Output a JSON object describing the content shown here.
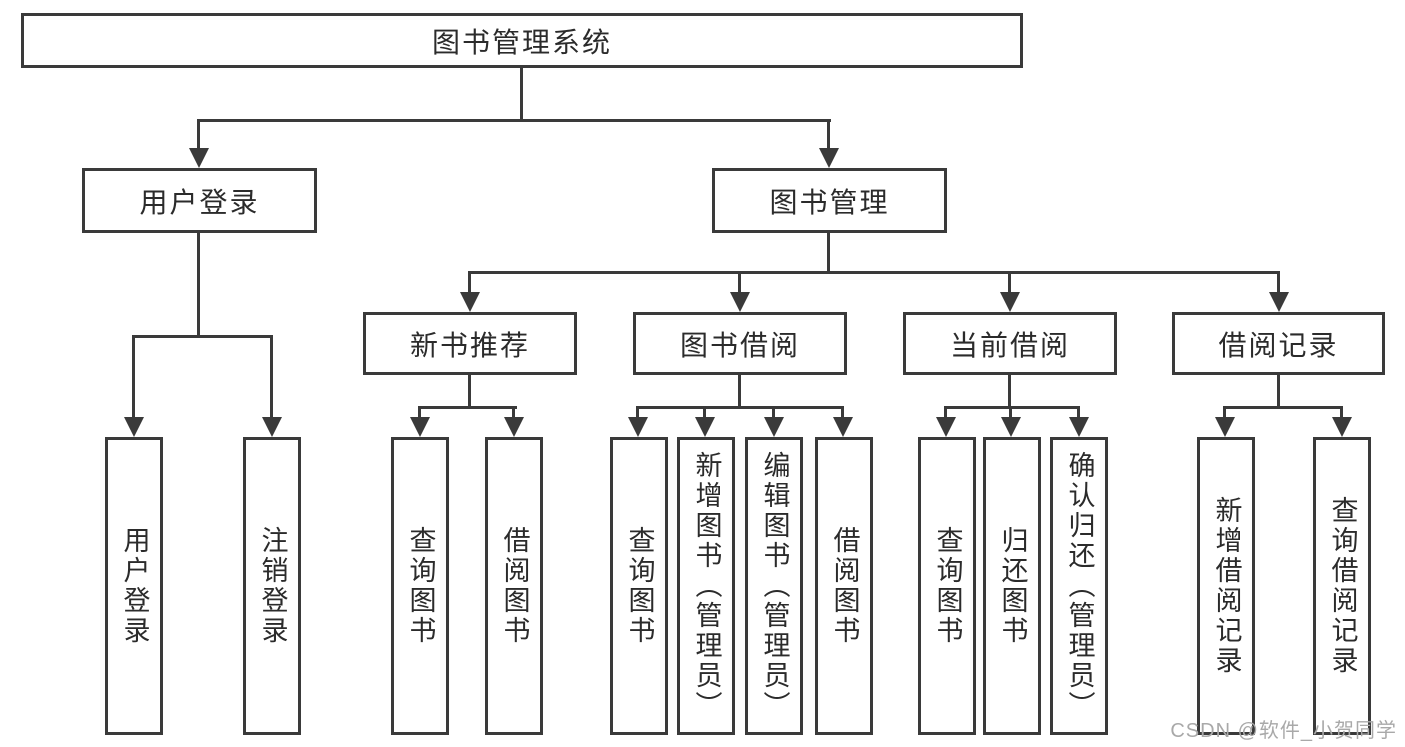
{
  "diagram": {
    "root": "图书管理系统",
    "login": {
      "label": "用户登录",
      "children": [
        "用户登录",
        "注销登录"
      ]
    },
    "mgmt": {
      "label": "图书管理",
      "groups": [
        {
          "label": "新书推荐",
          "children": [
            "查询图书",
            "借阅图书"
          ]
        },
        {
          "label": "图书借阅",
          "children": [
            "查询图书",
            "新增图书（管理员）",
            "编辑图书（管理员）",
            "借阅图书"
          ]
        },
        {
          "label": "当前借阅",
          "children": [
            "查询图书",
            "归还图书",
            "确认归还（管理员）"
          ]
        },
        {
          "label": "借阅记录",
          "children": [
            "新增借阅记录",
            "查询借阅记录"
          ]
        }
      ]
    }
  },
  "watermark": "CSDN @软件_小贺同学",
  "colors": {
    "line": "#3a3a3a",
    "text": "#2b2b2b",
    "watermark": "#a9a9a9",
    "background": "#ffffff"
  }
}
